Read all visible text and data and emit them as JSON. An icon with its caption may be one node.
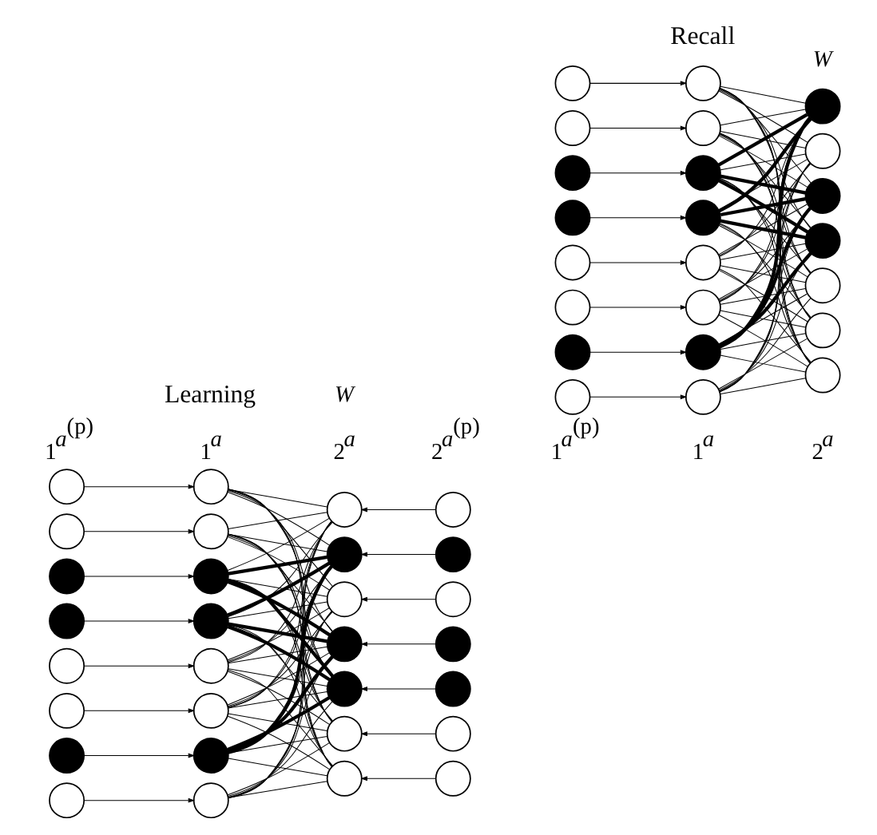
{
  "diagram": {
    "nodes": [
      {
        "text": [],
        "shape": "circle"
      },
      {
        "text": [],
        "shape": "circle"
      },
      {
        "text": [],
        "shape": "circle"
      },
      {
        "text": [],
        "shape": "circle"
      },
      {
        "text": [],
        "shape": "circle"
      },
      {
        "text": [],
        "shape": "circle"
      },
      {
        "text": [],
        "shape": "circle"
      },
      {
        "text": [],
        "shape": "circle"
      },
      {
        "text": [],
        "shape": "circle"
      },
      {
        "text": [],
        "shape": "circle"
      },
      {
        "text": [],
        "shape": "circle"
      },
      {
        "text": [],
        "shape": "circle"
      },
      {
        "text": [],
        "shape": "circle"
      },
      {
        "text": [],
        "shape": "circle"
      },
      {
        "text": [],
        "shape": "circle"
      },
      {
        "text": [],
        "shape": "circle"
      },
      {
        "text": [],
        "shape": "circle"
      },
      {
        "text": [],
        "shape": "circle"
      },
      {
        "text": [],
        "shape": "circle"
      },
      {
        "text": [],
        "shape": "circle"
      },
      {
        "text": [],
        "shape": "circle"
      },
      {
        "text": [],
        "shape": "circle"
      },
      {
        "text": [],
        "shape": "circle"
      },
      {
        "text": [],
        "shape": "circle"
      },
      {
        "text": [],
        "shape": "circle"
      },
      {
        "text": [],
        "shape": "circle"
      },
      {
        "text": [],
        "shape": "circle"
      },
      {
        "text": [],
        "shape": "circle"
      },
      {
        "text": [],
        "shape": "circle"
      },
      {
        "text": [],
        "shape": "circle"
      },
      {
        "text": [],
        "shape": "circle"
      },
      {
        "text": [],
        "shape": "circle"
      },
      {
        "text": [],
        "shape": "circle"
      },
      {
        "text": [],
        "shape": "circle"
      },
      {
        "text": [],
        "shape": "circle"
      },
      {
        "text": [],
        "shape": "circle"
      },
      {
        "text": [],
        "shape": "circle"
      },
      {
        "text": [],
        "shape": "circle"
      },
      {
        "text": [],
        "shape": "circle"
      },
      {
        "text": [],
        "shape": "circle"
      },
      {
        "text": [],
        "shape": "circle"
      },
      {
        "text": [],
        "shape": "circle"
      },
      {
        "text": [],
        "shape": "circle"
      },
      {
        "text": [],
        "shape": "circle"
      },
      {
        "text": [],
        "shape": "circle"
      },
      {
        "text": [],
        "shape": "circle"
      },
      {
        "text": [],
        "shape": "circle"
      },
      {
        "text": [],
        "shape": "circle"
      },
      {
        "text": [],
        "shape": "circle"
      },
      {
        "text": [],
        "shape": "circle"
      },
      {
        "text": [],
        "shape": "circle"
      },
      {
        "text": [],
        "shape": "circle"
      },
      {
        "text": [],
        "shape": "circle"
      }
    ],
    "edges": [
      {
        "from": 0,
        "to": 8,
        "arrow": "to"
      },
      {
        "from": 1,
        "to": 9,
        "arrow": "to"
      },
      {
        "from": 2,
        "to": 10,
        "arrow": "to"
      },
      {
        "from": 3,
        "to": 11,
        "arrow": "to"
      },
      {
        "from": 4,
        "to": 12,
        "arrow": "to"
      },
      {
        "from": 5,
        "to": 13,
        "arrow": "to"
      },
      {
        "from": 6,
        "to": 14,
        "arrow": "to"
      },
      {
        "from": 7,
        "to": 15,
        "arrow": "to"
      },
      {
        "from": 8,
        "to": 16,
        "arrow": "none"
      },
      {
        "from": 8,
        "to": 17,
        "arrow": "none"
      },
      {
        "from": 8,
        "to": 18,
        "arrow": "none"
      },
      {
        "from": 8,
        "to": 19,
        "arrow": "none"
      },
      {
        "from": 8,
        "to": 20,
        "arrow": "none"
      },
      {
        "from": 8,
        "to": 21,
        "arrow": "none"
      },
      {
        "from": 8,
        "to": 22,
        "arrow": "none"
      },
      {
        "from": 9,
        "to": 16,
        "arrow": "none"
      },
      {
        "from": 9,
        "to": 17,
        "arrow": "none"
      },
      {
        "from": 9,
        "to": 18,
        "arrow": "none"
      },
      {
        "from": 9,
        "to": 19,
        "arrow": "none"
      },
      {
        "from": 9,
        "to": 20,
        "arrow": "none"
      },
      {
        "from": 9,
        "to": 21,
        "arrow": "none"
      },
      {
        "from": 9,
        "to": 22,
        "arrow": "none"
      },
      {
        "from": 10,
        "to": 16,
        "arrow": "none"
      },
      {
        "from": 10,
        "to": 17,
        "arrow": "none",
        "style": "thick"
      },
      {
        "from": 10,
        "to": 18,
        "arrow": "none"
      },
      {
        "from": 10,
        "to": 19,
        "arrow": "none",
        "style": "thick"
      },
      {
        "from": 10,
        "to": 20,
        "arrow": "none",
        "style": "thick"
      },
      {
        "from": 10,
        "to": 21,
        "arrow": "none"
      },
      {
        "from": 10,
        "to": 22,
        "arrow": "none"
      },
      {
        "from": 11,
        "to": 16,
        "arrow": "none"
      },
      {
        "from": 11,
        "to": 17,
        "arrow": "none",
        "style": "thick"
      },
      {
        "from": 11,
        "to": 18,
        "arrow": "none"
      },
      {
        "from": 11,
        "to": 19,
        "arrow": "none",
        "style": "thick"
      },
      {
        "from": 11,
        "to": 20,
        "arrow": "none",
        "style": "thick"
      },
      {
        "from": 11,
        "to": 21,
        "arrow": "none"
      },
      {
        "from": 11,
        "to": 22,
        "arrow": "none"
      },
      {
        "from": 12,
        "to": 16,
        "arrow": "none"
      },
      {
        "from": 12,
        "to": 17,
        "arrow": "none"
      },
      {
        "from": 12,
        "to": 18,
        "arrow": "none"
      },
      {
        "from": 12,
        "to": 19,
        "arrow": "none"
      },
      {
        "from": 12,
        "to": 20,
        "arrow": "none"
      },
      {
        "from": 12,
        "to": 21,
        "arrow": "none"
      },
      {
        "from": 12,
        "to": 22,
        "arrow": "none"
      },
      {
        "from": 13,
        "to": 16,
        "arrow": "none"
      },
      {
        "from": 13,
        "to": 17,
        "arrow": "none"
      },
      {
        "from": 13,
        "to": 18,
        "arrow": "none"
      },
      {
        "from": 13,
        "to": 19,
        "arrow": "none"
      },
      {
        "from": 13,
        "to": 20,
        "arrow": "none"
      },
      {
        "from": 13,
        "to": 21,
        "arrow": "none"
      },
      {
        "from": 13,
        "to": 22,
        "arrow": "none"
      },
      {
        "from": 14,
        "to": 16,
        "arrow": "none"
      },
      {
        "from": 14,
        "to": 17,
        "arrow": "none",
        "style": "thick"
      },
      {
        "from": 14,
        "to": 18,
        "arrow": "none"
      },
      {
        "from": 14,
        "to": 19,
        "arrow": "none",
        "style": "thick"
      },
      {
        "from": 14,
        "to": 20,
        "arrow": "none",
        "style": "thick"
      },
      {
        "from": 14,
        "to": 21,
        "arrow": "none"
      },
      {
        "from": 14,
        "to": 22,
        "arrow": "none"
      },
      {
        "from": 15,
        "to": 16,
        "arrow": "none"
      },
      {
        "from": 15,
        "to": 17,
        "arrow": "none"
      },
      {
        "from": 15,
        "to": 18,
        "arrow": "none"
      },
      {
        "from": 15,
        "to": 19,
        "arrow": "none"
      },
      {
        "from": 15,
        "to": 20,
        "arrow": "none"
      },
      {
        "from": 15,
        "to": 21,
        "arrow": "none"
      },
      {
        "from": 15,
        "to": 22,
        "arrow": "none"
      },
      {
        "from": 23,
        "to": 16,
        "arrow": "to"
      },
      {
        "from": 24,
        "to": 17,
        "arrow": "to"
      },
      {
        "from": 25,
        "to": 18,
        "arrow": "to"
      },
      {
        "from": 26,
        "to": 19,
        "arrow": "to"
      },
      {
        "from": 27,
        "to": 20,
        "arrow": "to"
      },
      {
        "from": 28,
        "to": 21,
        "arrow": "to"
      },
      {
        "from": 29,
        "to": 22,
        "arrow": "to"
      },
      {
        "from": 30,
        "to": 38,
        "arrow": "to"
      },
      {
        "from": 31,
        "to": 39,
        "arrow": "to"
      },
      {
        "from": 32,
        "to": 40,
        "arrow": "to"
      },
      {
        "from": 33,
        "to": 41,
        "arrow": "to"
      },
      {
        "from": 34,
        "to": 42,
        "arrow": "to"
      },
      {
        "from": 35,
        "to": 43,
        "arrow": "to"
      },
      {
        "from": 36,
        "to": 44,
        "arrow": "to"
      },
      {
        "from": 37,
        "to": 45,
        "arrow": "to"
      },
      {
        "from": 38,
        "to": 46,
        "arrow": "none"
      },
      {
        "from": 38,
        "to": 47,
        "arrow": "none"
      },
      {
        "from": 38,
        "to": 48,
        "arrow": "none"
      },
      {
        "from": 38,
        "to": 49,
        "arrow": "none"
      },
      {
        "from": 38,
        "to": 50,
        "arrow": "none"
      },
      {
        "from": 38,
        "to": 51,
        "arrow": "none"
      },
      {
        "from": 38,
        "to": 52,
        "arrow": "none"
      },
      {
        "from": 39,
        "to": 46,
        "arrow": "none"
      },
      {
        "from": 39,
        "to": 47,
        "arrow": "none"
      },
      {
        "from": 39,
        "to": 48,
        "arrow": "none"
      },
      {
        "from": 39,
        "to": 49,
        "arrow": "none"
      },
      {
        "from": 39,
        "to": 50,
        "arrow": "none"
      },
      {
        "from": 39,
        "to": 51,
        "arrow": "none"
      },
      {
        "from": 39,
        "to": 52,
        "arrow": "none"
      },
      {
        "from": 40,
        "to": 46,
        "arrow": "none"
      },
      {
        "from": 40,
        "to": 47,
        "arrow": "none",
        "style": "thick"
      },
      {
        "from": 40,
        "to": 48,
        "arrow": "none"
      },
      {
        "from": 40,
        "to": 49,
        "arrow": "none",
        "style": "thick"
      },
      {
        "from": 40,
        "to": 50,
        "arrow": "none",
        "style": "thick"
      },
      {
        "from": 40,
        "to": 51,
        "arrow": "none"
      },
      {
        "from": 40,
        "to": 52,
        "arrow": "none"
      },
      {
        "from": 41,
        "to": 46,
        "arrow": "none"
      },
      {
        "from": 41,
        "to": 47,
        "arrow": "none",
        "style": "thick"
      },
      {
        "from": 41,
        "to": 48,
        "arrow": "none"
      },
      {
        "from": 41,
        "to": 49,
        "arrow": "none",
        "style": "thick"
      },
      {
        "from": 41,
        "to": 50,
        "arrow": "none",
        "style": "thick"
      },
      {
        "from": 41,
        "to": 51,
        "arrow": "none"
      },
      {
        "from": 41,
        "to": 52,
        "arrow": "none"
      },
      {
        "from": 42,
        "to": 46,
        "arrow": "none"
      },
      {
        "from": 42,
        "to": 47,
        "arrow": "none"
      },
      {
        "from": 42,
        "to": 48,
        "arrow": "none"
      },
      {
        "from": 42,
        "to": 49,
        "arrow": "none"
      },
      {
        "from": 42,
        "to": 50,
        "arrow": "none"
      },
      {
        "from": 42,
        "to": 51,
        "arrow": "none"
      },
      {
        "from": 42,
        "to": 52,
        "arrow": "none"
      },
      {
        "from": 43,
        "to": 46,
        "arrow": "none"
      },
      {
        "from": 43,
        "to": 47,
        "arrow": "none"
      },
      {
        "from": 43,
        "to": 48,
        "arrow": "none"
      },
      {
        "from": 43,
        "to": 49,
        "arrow": "none"
      },
      {
        "from": 43,
        "to": 50,
        "arrow": "none"
      },
      {
        "from": 43,
        "to": 51,
        "arrow": "none"
      },
      {
        "from": 43,
        "to": 52,
        "arrow": "none"
      },
      {
        "from": 44,
        "to": 46,
        "arrow": "none"
      },
      {
        "from": 44,
        "to": 47,
        "arrow": "none",
        "style": "thick"
      },
      {
        "from": 44,
        "to": 48,
        "arrow": "none"
      },
      {
        "from": 44,
        "to": 49,
        "arrow": "none",
        "style": "thick"
      },
      {
        "from": 44,
        "to": 50,
        "arrow": "none",
        "style": "thick"
      },
      {
        "from": 44,
        "to": 51,
        "arrow": "none"
      },
      {
        "from": 44,
        "to": 52,
        "arrow": "none"
      },
      {
        "from": 45,
        "to": 46,
        "arrow": "none"
      },
      {
        "from": 45,
        "to": 47,
        "arrow": "none"
      },
      {
        "from": 45,
        "to": 48,
        "arrow": "none"
      },
      {
        "from": 45,
        "to": 49,
        "arrow": "none"
      },
      {
        "from": 45,
        "to": 50,
        "arrow": "none"
      },
      {
        "from": 45,
        "to": 51,
        "arrow": "none"
      },
      {
        "from": 45,
        "to": 52,
        "arrow": "none"
      }
    ],
    "labels": [
      "Learning",
      "Recall",
      "*W*",
      "*W*",
      "$_{1}$*a*$^{(p)}$",
      "$_{1}$*a*",
      "$_{2}$*a*",
      "$_{2}$*a*$^{(p)}$",
      "$_{1}$*a*$^{(p)}$",
      "$_{1}$*a*",
      "$_{2}$*a*"
    ]
  }
}
